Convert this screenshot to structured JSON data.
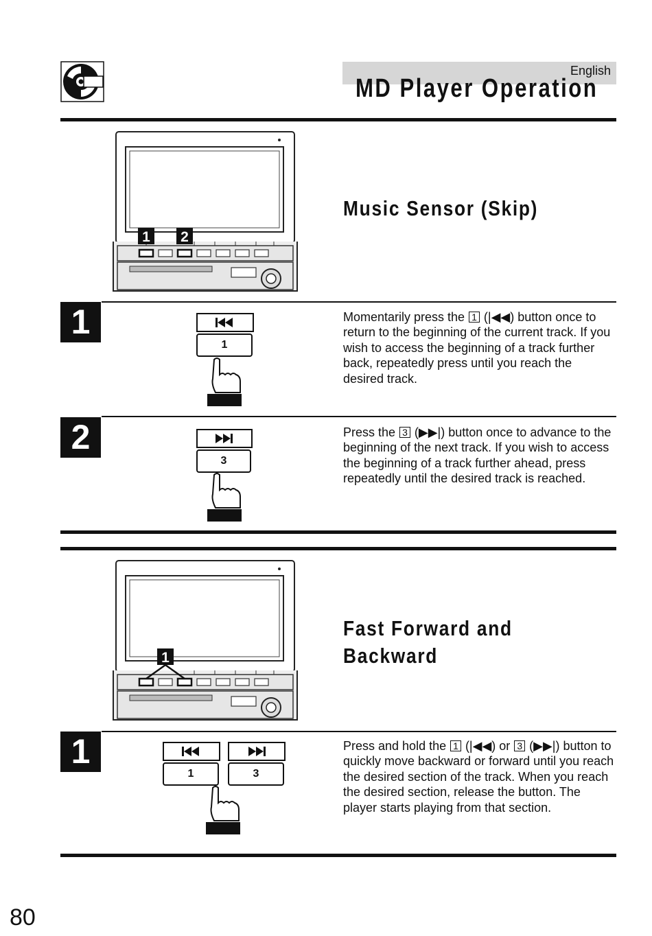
{
  "header": {
    "language": "English",
    "title": "MD Player Operation"
  },
  "section1": {
    "title": "Music Sensor (Skip)",
    "callouts": [
      "1",
      "2"
    ],
    "steps": [
      {
        "num": "1",
        "key": "1",
        "pre": "Momentarily press the",
        "box": "1",
        "post": "(|◀◀) button once to return to the beginning of the current track. If you wish to access the beginning of a track further back, repeatedly press until you reach the desired track."
      },
      {
        "num": "2",
        "key": "3",
        "pre": "Press the",
        "box": "3",
        "post": "(▶▶|) button once to advance to the beginning of the next track. If you wish to access the beginning of a track further ahead, press repeatedly until the desired track is reached."
      }
    ]
  },
  "section2": {
    "title_line1": "Fast Forward and",
    "title_line2": "Backward",
    "callout": "1",
    "step": {
      "num": "1",
      "key_left": "1",
      "key_right": "3",
      "pre": "Press and hold the",
      "box1": "1",
      "mid": "(|◀◀) or",
      "box2": "3",
      "post": "(▶▶|) button to quickly move backward or forward until you reach the desired section of the track. When you reach the desired section, release the button. The player starts playing from that section."
    }
  },
  "footer": {
    "page_number": "80"
  }
}
